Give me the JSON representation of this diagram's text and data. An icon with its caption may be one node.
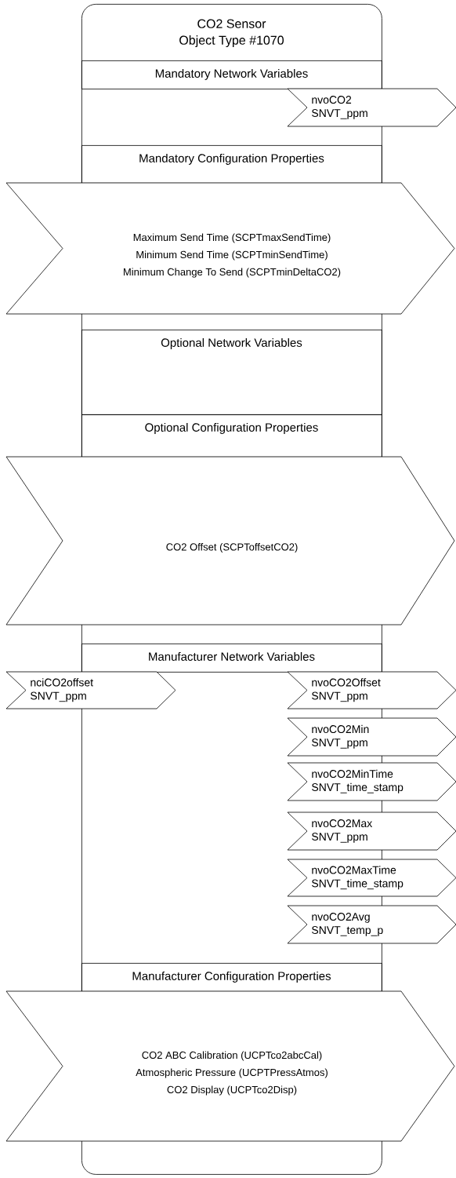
{
  "diagram": {
    "nodes": [
      {
        "text": [
          "CO2 Sensor",
          "Object Type #1070"
        ]
      },
      {
        "text": [
          "Mandatory Network Variables"
        ],
        "in": 0
      },
      {
        "text": [
          "nvoCO2",
          "SNVT_ppm"
        ]
      },
      {
        "text": [
          "Mandatory Configuration Properties"
        ],
        "in": 0
      },
      {
        "text": [
          "Maximum Send Time (SCPTmaxSendTime)",
          "Minimum Send Time (SCPTminSendTime)",
          "Minimum Change To Send (SCPTminDeltaCO2)"
        ]
      },
      {
        "text": [
          "Optional Network Variables"
        ],
        "in": 0
      },
      {
        "text": [
          "Optional Configuration Properties"
        ],
        "in": 0
      },
      {
        "text": [
          "CO2 Offset (SCPToffsetCO2)"
        ]
      },
      {
        "text": [
          "Manufacturer Network Variables"
        ],
        "in": 0
      },
      {
        "text": [
          "nciCO2offset",
          "SNVT_ppm"
        ]
      },
      {
        "text": [
          "nvoCO2Offset",
          "SNVT_ppm"
        ]
      },
      {
        "text": [
          "nvoCO2Min",
          "SNVT_ppm"
        ]
      },
      {
        "text": [
          "nvoCO2MinTime",
          "SNVT_time_stamp"
        ]
      },
      {
        "text": [
          "nvoCO2Max",
          "SNVT_ppm"
        ]
      },
      {
        "text": [
          "nvoCO2MaxTime",
          "SNVT_time_stamp"
        ]
      },
      {
        "text": [
          "nvoCO2Avg",
          "SNVT_temp_p"
        ]
      },
      {
        "text": [
          "Manufacturer Configuration Properties"
        ],
        "in": 0
      },
      {
        "text": [
          "CO2 ABC Calibration (UCPTco2abcCal)",
          "Atmospheric Pressure (UCPTPressAtmos)",
          "CO2 Display (UCPTco2Disp)"
        ]
      }
    ]
  }
}
